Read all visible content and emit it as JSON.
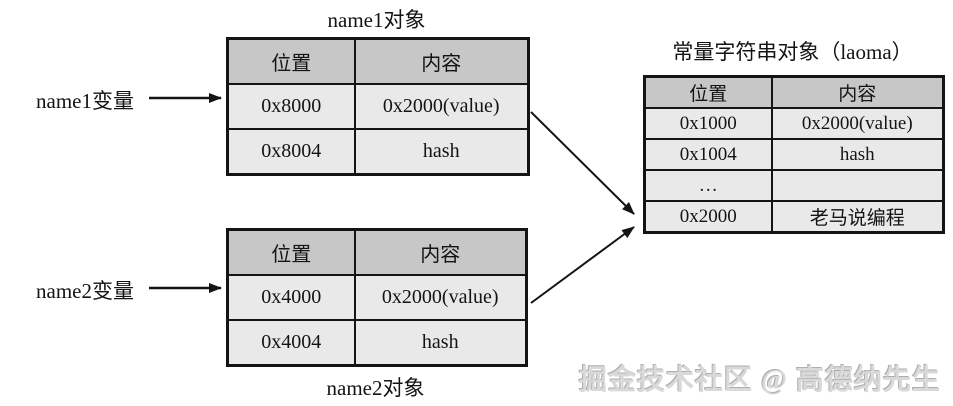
{
  "labels": {
    "name1_variable": "name1变量",
    "name2_variable": "name2变量"
  },
  "tables": {
    "name1": {
      "title": "name1对象",
      "headers": [
        "位置",
        "内容"
      ],
      "rows": [
        [
          "0x8000",
          "0x2000(value)"
        ],
        [
          "0x8004",
          "hash"
        ]
      ]
    },
    "name2": {
      "title": "name2对象",
      "headers": [
        "位置",
        "内容"
      ],
      "rows": [
        [
          "0x4000",
          "0x2000(value)"
        ],
        [
          "0x4004",
          "hash"
        ]
      ]
    },
    "constant_pool": {
      "title": "常量字符串对象（laoma）",
      "headers": [
        "位置",
        "内容"
      ],
      "rows": [
        [
          "0x1000",
          "0x2000(value)"
        ],
        [
          "0x1004",
          "hash"
        ],
        [
          "…",
          ""
        ],
        [
          "0x2000",
          "老马说编程"
        ]
      ]
    }
  },
  "watermark": "掘金技术社区 @ 高德纳先生",
  "colors": {
    "header_fill": "#c7c7c7",
    "row_fill": "#e9e9e9",
    "border": "#141414",
    "background": "#ffffff",
    "watermark_text": "#d9d9d9"
  },
  "icons": {
    "arrow": "→"
  }
}
